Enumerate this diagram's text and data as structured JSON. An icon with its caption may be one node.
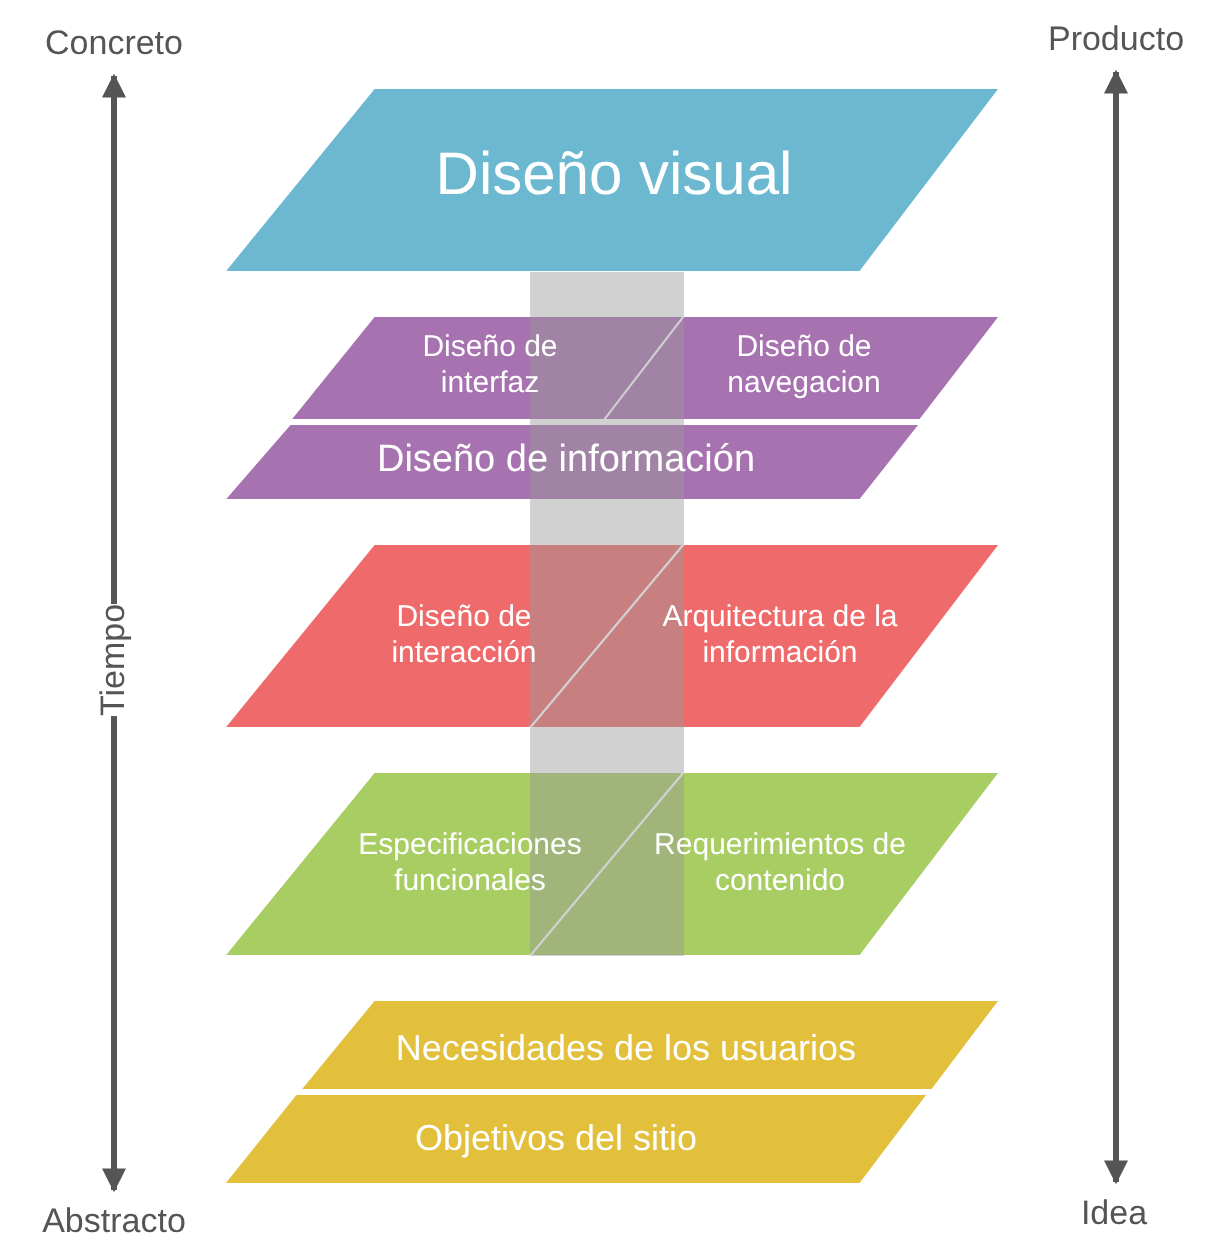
{
  "diagram": {
    "nodes": [
      {
        "text": [
          "Concreto"
        ]
      },
      {
        "text": [
          "Abstracto"
        ]
      },
      {
        "text": [
          "Producto"
        ]
      },
      {
        "text": [
          "Idea"
        ]
      },
      {
        "text": [
          "Diseño visual"
        ]
      },
      {
        "text": [
          "Diseño de interfaz"
        ]
      },
      {
        "text": [
          "Diseño de navegacion"
        ]
      },
      {
        "text": [
          "Diseño de información"
        ]
      },
      {
        "text": [
          "Diseño de interacción"
        ]
      },
      {
        "text": [
          "Arquitectura de la información"
        ]
      },
      {
        "text": [
          "Especificaciones funcionales"
        ]
      },
      {
        "text": [
          "Requerimientos de contenido"
        ]
      },
      {
        "text": [
          "Necesidades de los usuarios"
        ]
      },
      {
        "text": [
          "Objetivos del sitio"
        ]
      },
      {
        "text": [],
        "shape": "bar"
      }
    ],
    "edges": [
      {
        "from": 0,
        "to": 1,
        "arrow": "both",
        "label": "Tiempo"
      },
      {
        "from": 2,
        "to": 3,
        "arrow": "both"
      }
    ]
  }
}
